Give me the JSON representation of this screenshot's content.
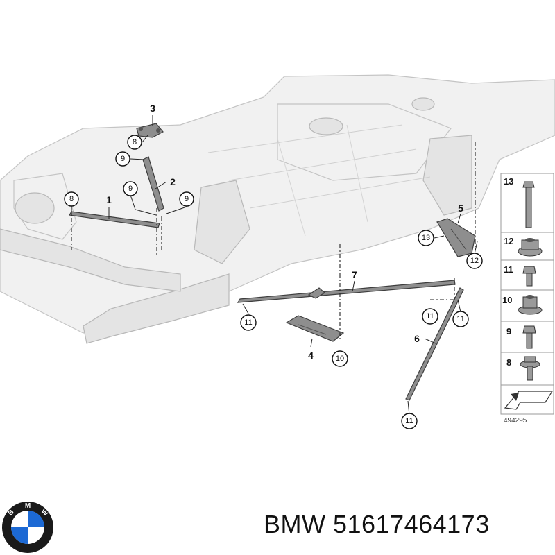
{
  "part_labels": [
    "1",
    "2",
    "3",
    "4",
    "5",
    "6",
    "7"
  ],
  "callouts": {
    "c8a": "8",
    "c9a": "9",
    "c8b": "8",
    "c9b": "9",
    "c9c": "9",
    "c13": "13",
    "c12": "12",
    "c11a": "11",
    "c10a": "10",
    "c11b": "11",
    "c11c": "11",
    "c11d": "11"
  },
  "legend": {
    "items": [
      "13",
      "12",
      "11",
      "10",
      "9",
      "8"
    ],
    "code": "494295"
  },
  "brand": {
    "logo_letters": [
      "B",
      "M",
      "W"
    ],
    "caption": "BMW 51617464173",
    "colors": {
      "blue": "#1c69d4",
      "ring": "#1a1a1a",
      "white": "#ffffff"
    }
  }
}
